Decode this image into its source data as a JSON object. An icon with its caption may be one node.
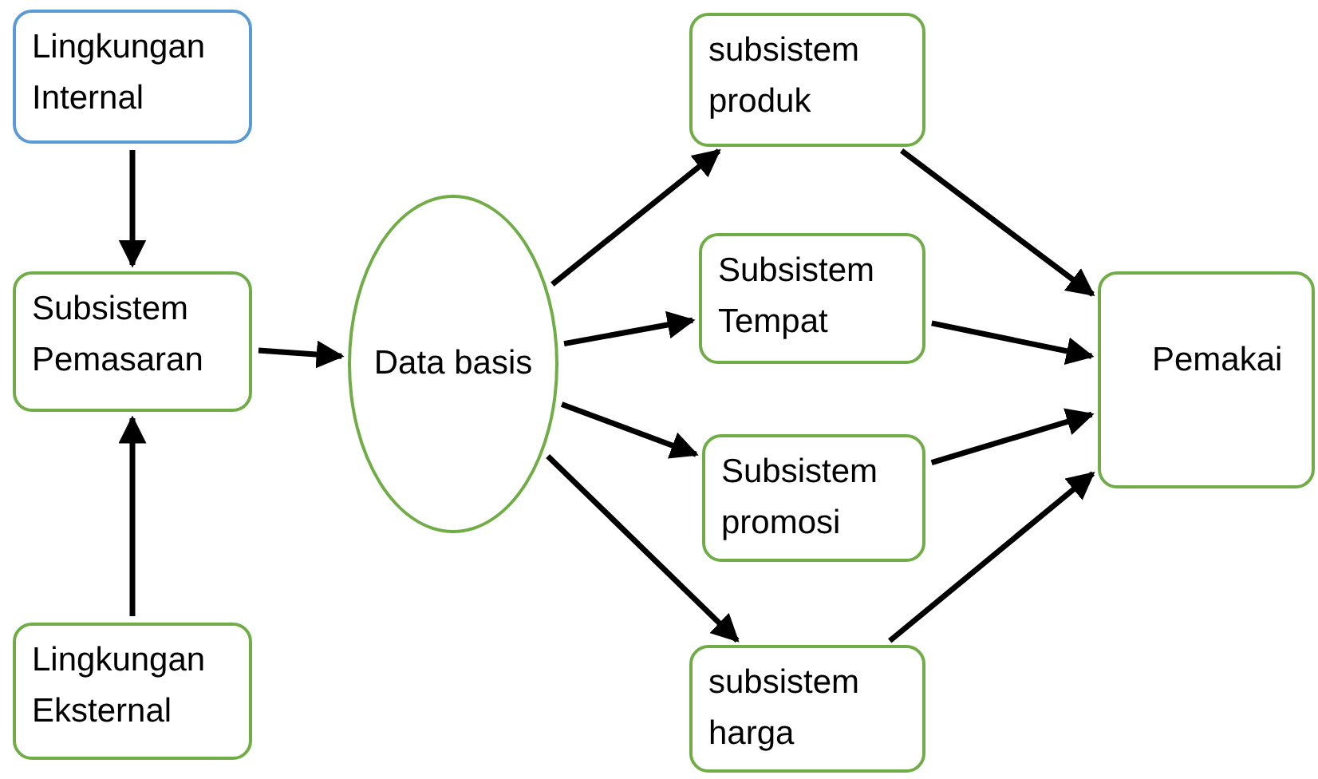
{
  "diagram": {
    "nodes": [
      {
        "text": [
          "Lingkungan Internal"
        ]
      },
      {
        "text": [
          "Subsistem Pemasaran"
        ]
      },
      {
        "text": [
          "Lingkungan Eksternal"
        ]
      },
      {
        "text": [
          "Data basis"
        ]
      },
      {
        "text": [
          "subsistem produk"
        ]
      },
      {
        "text": [
          "Subsistem Tempat"
        ]
      },
      {
        "text": [
          "Subsistem promosi"
        ]
      },
      {
        "text": [
          "subsistem harga"
        ]
      },
      {
        "text": [
          "Pemakai"
        ]
      }
    ],
    "edges": [
      {
        "from": 0,
        "to": 1,
        "arrow": "to"
      },
      {
        "from": 2,
        "to": 1,
        "arrow": "to"
      },
      {
        "from": 1,
        "to": 3,
        "arrow": "to"
      },
      {
        "from": 3,
        "to": 4,
        "arrow": "to"
      },
      {
        "from": 3,
        "to": 5,
        "arrow": "to"
      },
      {
        "from": 3,
        "to": 6,
        "arrow": "to"
      },
      {
        "from": 3,
        "to": 7,
        "arrow": "to"
      },
      {
        "from": 4,
        "to": 8,
        "arrow": "to"
      },
      {
        "from": 5,
        "to": 8,
        "arrow": "to"
      },
      {
        "from": 6,
        "to": 8,
        "arrow": "to"
      },
      {
        "from": 7,
        "to": 8,
        "arrow": "to"
      }
    ]
  }
}
